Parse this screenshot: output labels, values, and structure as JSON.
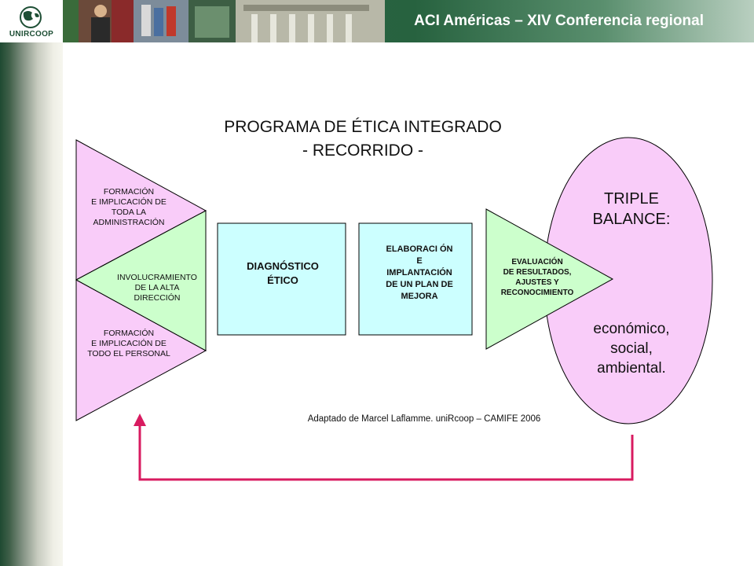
{
  "header": {
    "title": "ACI Américas – XIV Conferencia regional",
    "logo_text": "UNIRCOOP",
    "logo_icon": "globe-logo-icon"
  },
  "diagram": {
    "title_line1": "PROGRAMA DE ÉTICA INTEGRADO",
    "title_line2": "- RECORRIDO -",
    "left_top": [
      "FORMACIÓN",
      "E IMPLICACIÓN DE",
      "TODA LA",
      "ADMINISTRACIÓN"
    ],
    "left_middle": [
      "INVOLUCRAMIENTO",
      "DE LA  ALTA",
      "DIRECCIÓN"
    ],
    "left_bottom": [
      "FORMACIÓN",
      "E IMPLICACIÓN DE",
      "TODO EL PERSONAL"
    ],
    "box_diagnostico": [
      "DIAGNÓSTICO",
      "ÉTICO"
    ],
    "box_elaboracion": [
      "ELABORACI ÓN",
      "E",
      "IMPLANTACIÓN",
      "DE UN PLAN DE",
      "MEJORA"
    ],
    "evaluacion": [
      "EVALUACIÓN",
      "DE RESULTADOS,",
      "AJUSTES Y",
      "RECONOCIMIENTO"
    ],
    "triple_balance": [
      "TRIPLE",
      "BALANCE:"
    ],
    "triple_items": [
      "económico,",
      "social,",
      "ambiental."
    ],
    "caption": "Adaptado de Marcel Laflamme. uniRcoop – CAMIFE  2006"
  },
  "colors": {
    "header_green": "#2d6b47",
    "pink_fill": "#f9ccf9",
    "green_fill": "#ccffcc",
    "cyan_fill": "#ccffff",
    "arrow": "#d81b60"
  }
}
